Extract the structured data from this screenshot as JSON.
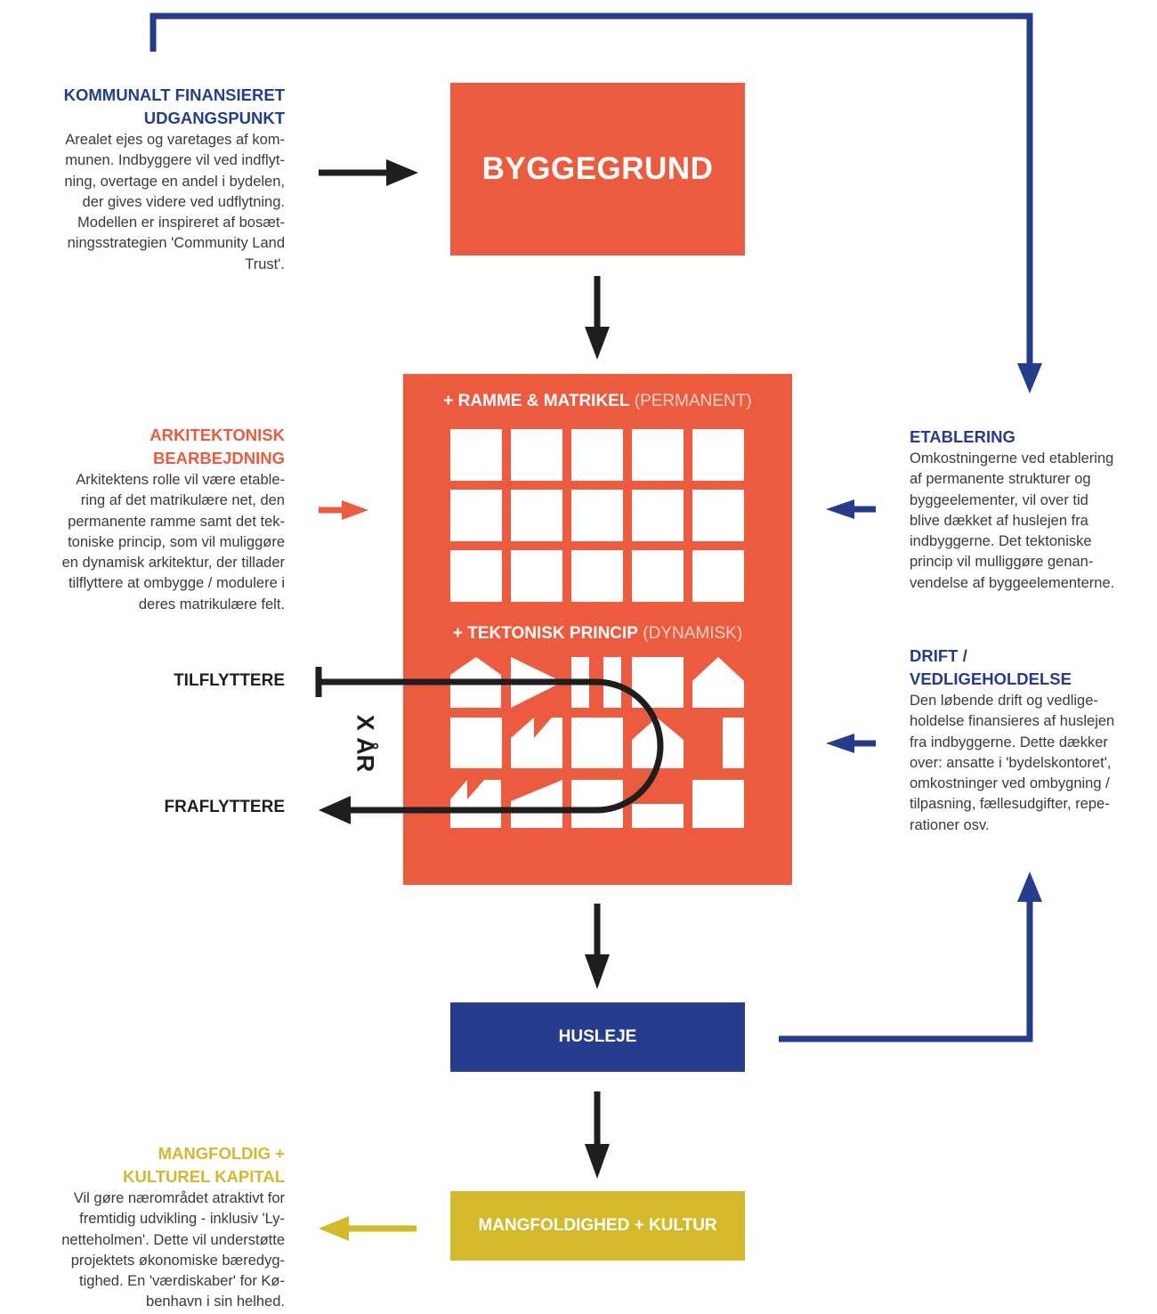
{
  "boxes": {
    "byggegrund": "BYGGEGRUND",
    "husleje": "HUSLEJE",
    "mangfoldighed": "MANGFOLDIGHED + KULTUR"
  },
  "frame": {
    "header_bold": "+ RAMME & MATRIKEL",
    "header_light": "(PERMANENT)"
  },
  "tectonic": {
    "header_bold": "+ TEKTONISK PRINCIP",
    "header_light": "(DYNAMISK)"
  },
  "flow": {
    "tilflyttere": "TILFLYTTERE",
    "fraflyttere": "FRAFLYTTERE",
    "years": "X ÅR"
  },
  "left": {
    "kommunalt": {
      "title": [
        "KOMMUNALT FINANSIERET",
        "UDGANGSPUNKT"
      ],
      "lines": [
        "Arealet ejes og varetages af kom-",
        "munen. Indbyggere vil ved indflyt-",
        "ning, overtage en andel i bydelen,",
        "der gives videre ved udflytning.",
        "Modellen er inspireret af bosæt-",
        "ningsstrategien 'Community Land",
        "Trust'."
      ]
    },
    "arkitektonisk": {
      "title": [
        "ARKITEKTONISK",
        "BEARBEJDNING"
      ],
      "lines": [
        "Arkitektens rolle vil være etable-",
        "ring af det matrikulære net, den",
        "permanente ramme samt det tek-",
        "toniske princip, som vil muliggøre",
        "en dynamisk arkitektur, der tillader",
        "tilflyttere at ombygge / modulere i",
        "deres matrikulære felt."
      ]
    },
    "mangfoldig": {
      "title": [
        "MANGFOLDIG +",
        "KULTUREL KAPITAL"
      ],
      "lines": [
        "Vil gøre nærområdet atraktivt for",
        "fremtidig udvikling - inklusiv 'Ly-",
        "netteholmen'. Dette vil understøtte",
        "projektets økonomiske bæredyg-",
        "tighed. En 'værdiskaber' for Kø-",
        "benhavn i sin helhed."
      ]
    }
  },
  "right": {
    "etablering": {
      "title": [
        "ETABLERING"
      ],
      "lines": [
        "Omkostningerne ved etablering",
        "af permanente strukturer og",
        "byggeelementer, vil over tid",
        "blive dækket af huslejen fra",
        "indbyggerne. Det tektoniske",
        "princip vil mulliggøre genan-",
        "vendelse af byggeelementerne."
      ]
    },
    "drift": {
      "title": [
        "DRIFT /",
        "VEDLIGEHOLDELSE"
      ],
      "lines": [
        "Den løbende drift og vedlige-",
        "holdelse finansieres af huslejen",
        "fra indbyggerne. Dette dækker",
        "over: ansatte i 'bydelskontoret',",
        "omkostninger ved ombygning /",
        "tilpasning, fællesudgifter, repe-",
        "rationer osv."
      ]
    }
  },
  "colors": {
    "orange": "#ec5b3d",
    "blue": "#253d8c",
    "gold": "#d4b92b",
    "black": "#1e1e1e",
    "white": "#ffffff"
  }
}
